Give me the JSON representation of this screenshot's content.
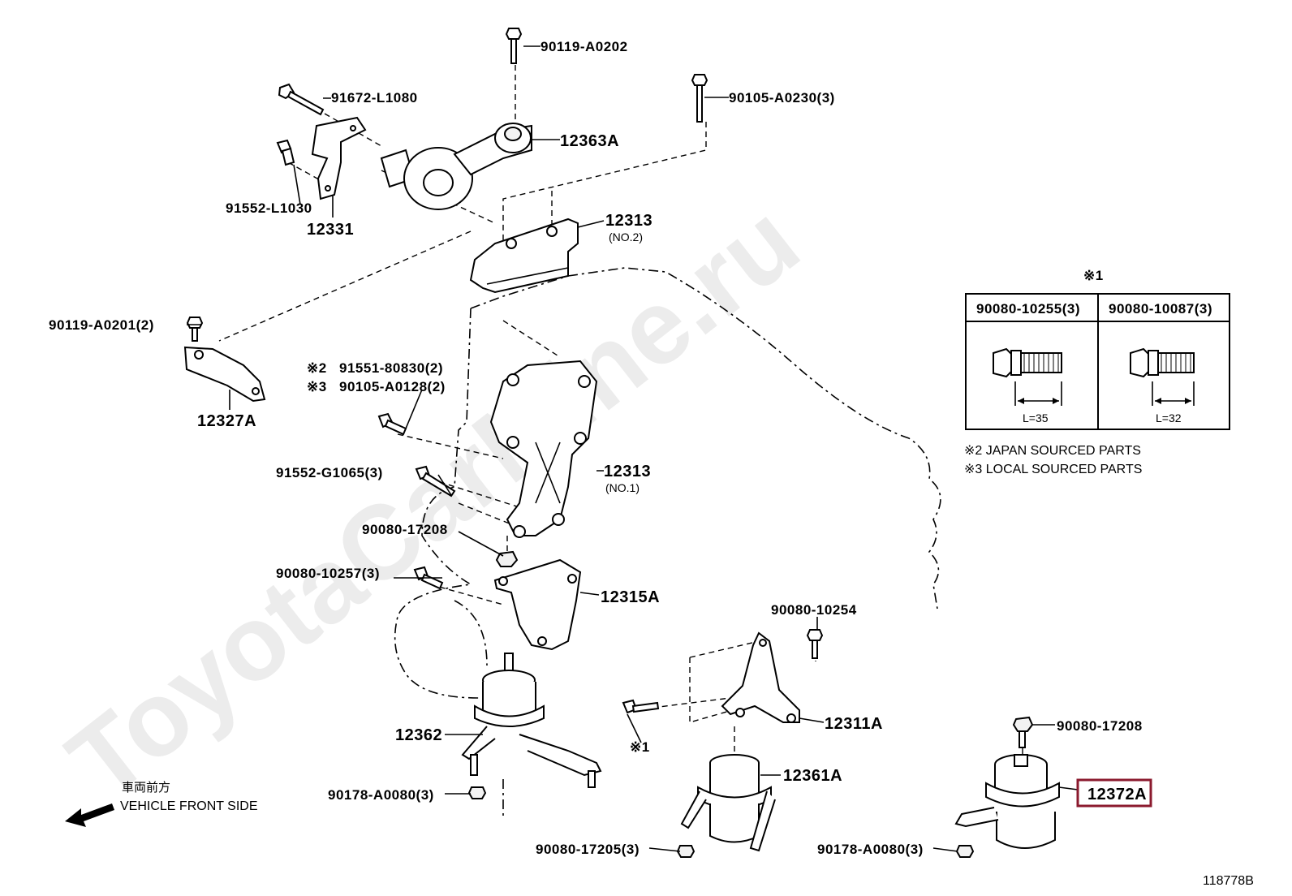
{
  "watermark": "ToyotaCarMine.ru",
  "labels": {
    "p90119_A0202": "90119-A0202",
    "p91672_L1080": "91672-L1080",
    "p90105_A0230": "90105-A0230(3)",
    "p12363A": "12363A",
    "p91552_L1030": "91552-L1030",
    "p12331": "12331",
    "p12313_no2": "12313",
    "p12313_no2_sub": "(NO.2)",
    "p90119_A0201": "90119-A0201(2)",
    "p12327A": "12327A",
    "p91551_80830": "91551-80830(2)",
    "p90105_A0128": "90105-A0128(2)",
    "p91552_G1065": "91552-G1065(3)",
    "p12313_no1": "12313",
    "p12313_no1_sub": "(NO.1)",
    "p90080_17208_a": "90080-17208",
    "p90080_10257": "90080-10257(3)",
    "p12315A": "12315A",
    "p90080_10254": "90080-10254",
    "p12311A": "12311A",
    "p12362": "12362",
    "p12361A": "12361A",
    "p90080_17208_b": "90080-17208",
    "p12372A": "12372A",
    "p90178_A0080_a": "90178-A0080(3)",
    "p90080_17205": "90080-17205(3)",
    "p90178_A0080_b": "90178-A0080(3)",
    "mark1": "※1",
    "mark1_table": "※1",
    "mark2": "※2",
    "mark3": "※3"
  },
  "bolt_table": {
    "col1_header": "90080-10255(3)",
    "col2_header": "90080-10087(3)",
    "col1_length": "L=35",
    "col2_length": "L=32"
  },
  "notes": {
    "japan": "※2 JAPAN SOURCED PARTS",
    "local": "※3 LOCAL SOURCED PARTS"
  },
  "direction": {
    "jp": "車両前方",
    "en": "VEHICLE FRONT SIDE"
  },
  "figure_id": "118778B",
  "highlight_color": "#8b1a2e"
}
